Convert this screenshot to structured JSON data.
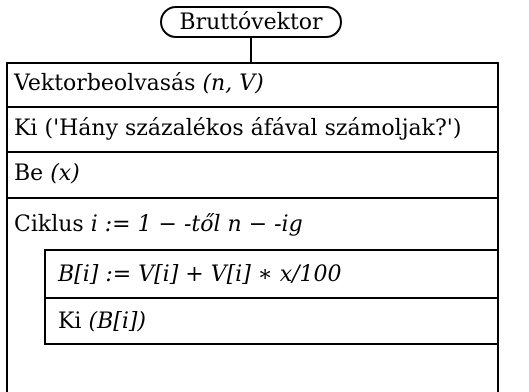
{
  "title": "Bruttóvektor",
  "statements": {
    "read_vector": {
      "keyword": "Vektorbeolvasás",
      "args": "(n, V)"
    },
    "print_question": {
      "keyword": "Ki",
      "text": "('Hány százalékos áfával számoljak?')"
    },
    "read_x": {
      "keyword": "Be",
      "args": "(x)"
    },
    "loop": {
      "keyword": "Ciklus",
      "text": "i := 1 − -től n − -ig"
    },
    "assign": {
      "text": "B[i] := V[i] + V[i] ∗ x/100"
    },
    "print_result": {
      "keyword": "Ki",
      "args": "(B[i])"
    }
  }
}
